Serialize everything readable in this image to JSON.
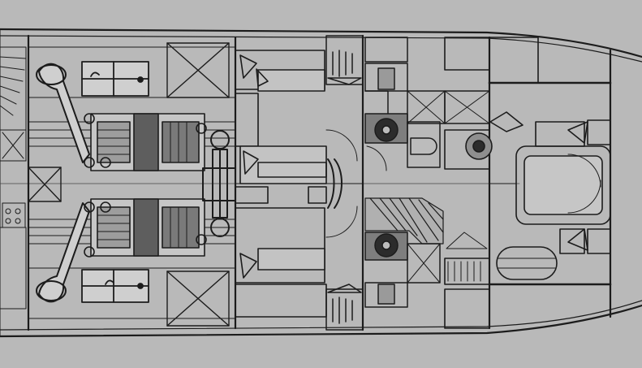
{
  "diagram": {
    "kind": "yacht lower deck general arrangement plan",
    "style": "grayscale line drawing",
    "colors": {
      "paper": "#b9b9b9",
      "ink": "#1c1c1c",
      "hatch": "#333333",
      "shadow": "#8f8f8f"
    },
    "zones": [
      {
        "id": "stern-stair",
        "label": ""
      },
      {
        "id": "engine-room",
        "label": ""
      },
      {
        "id": "aft-cabins",
        "label": ""
      },
      {
        "id": "bathrooms",
        "label": ""
      },
      {
        "id": "forward-stair",
        "label": ""
      },
      {
        "id": "bow-cabin",
        "label": ""
      }
    ],
    "printed_text": []
  }
}
